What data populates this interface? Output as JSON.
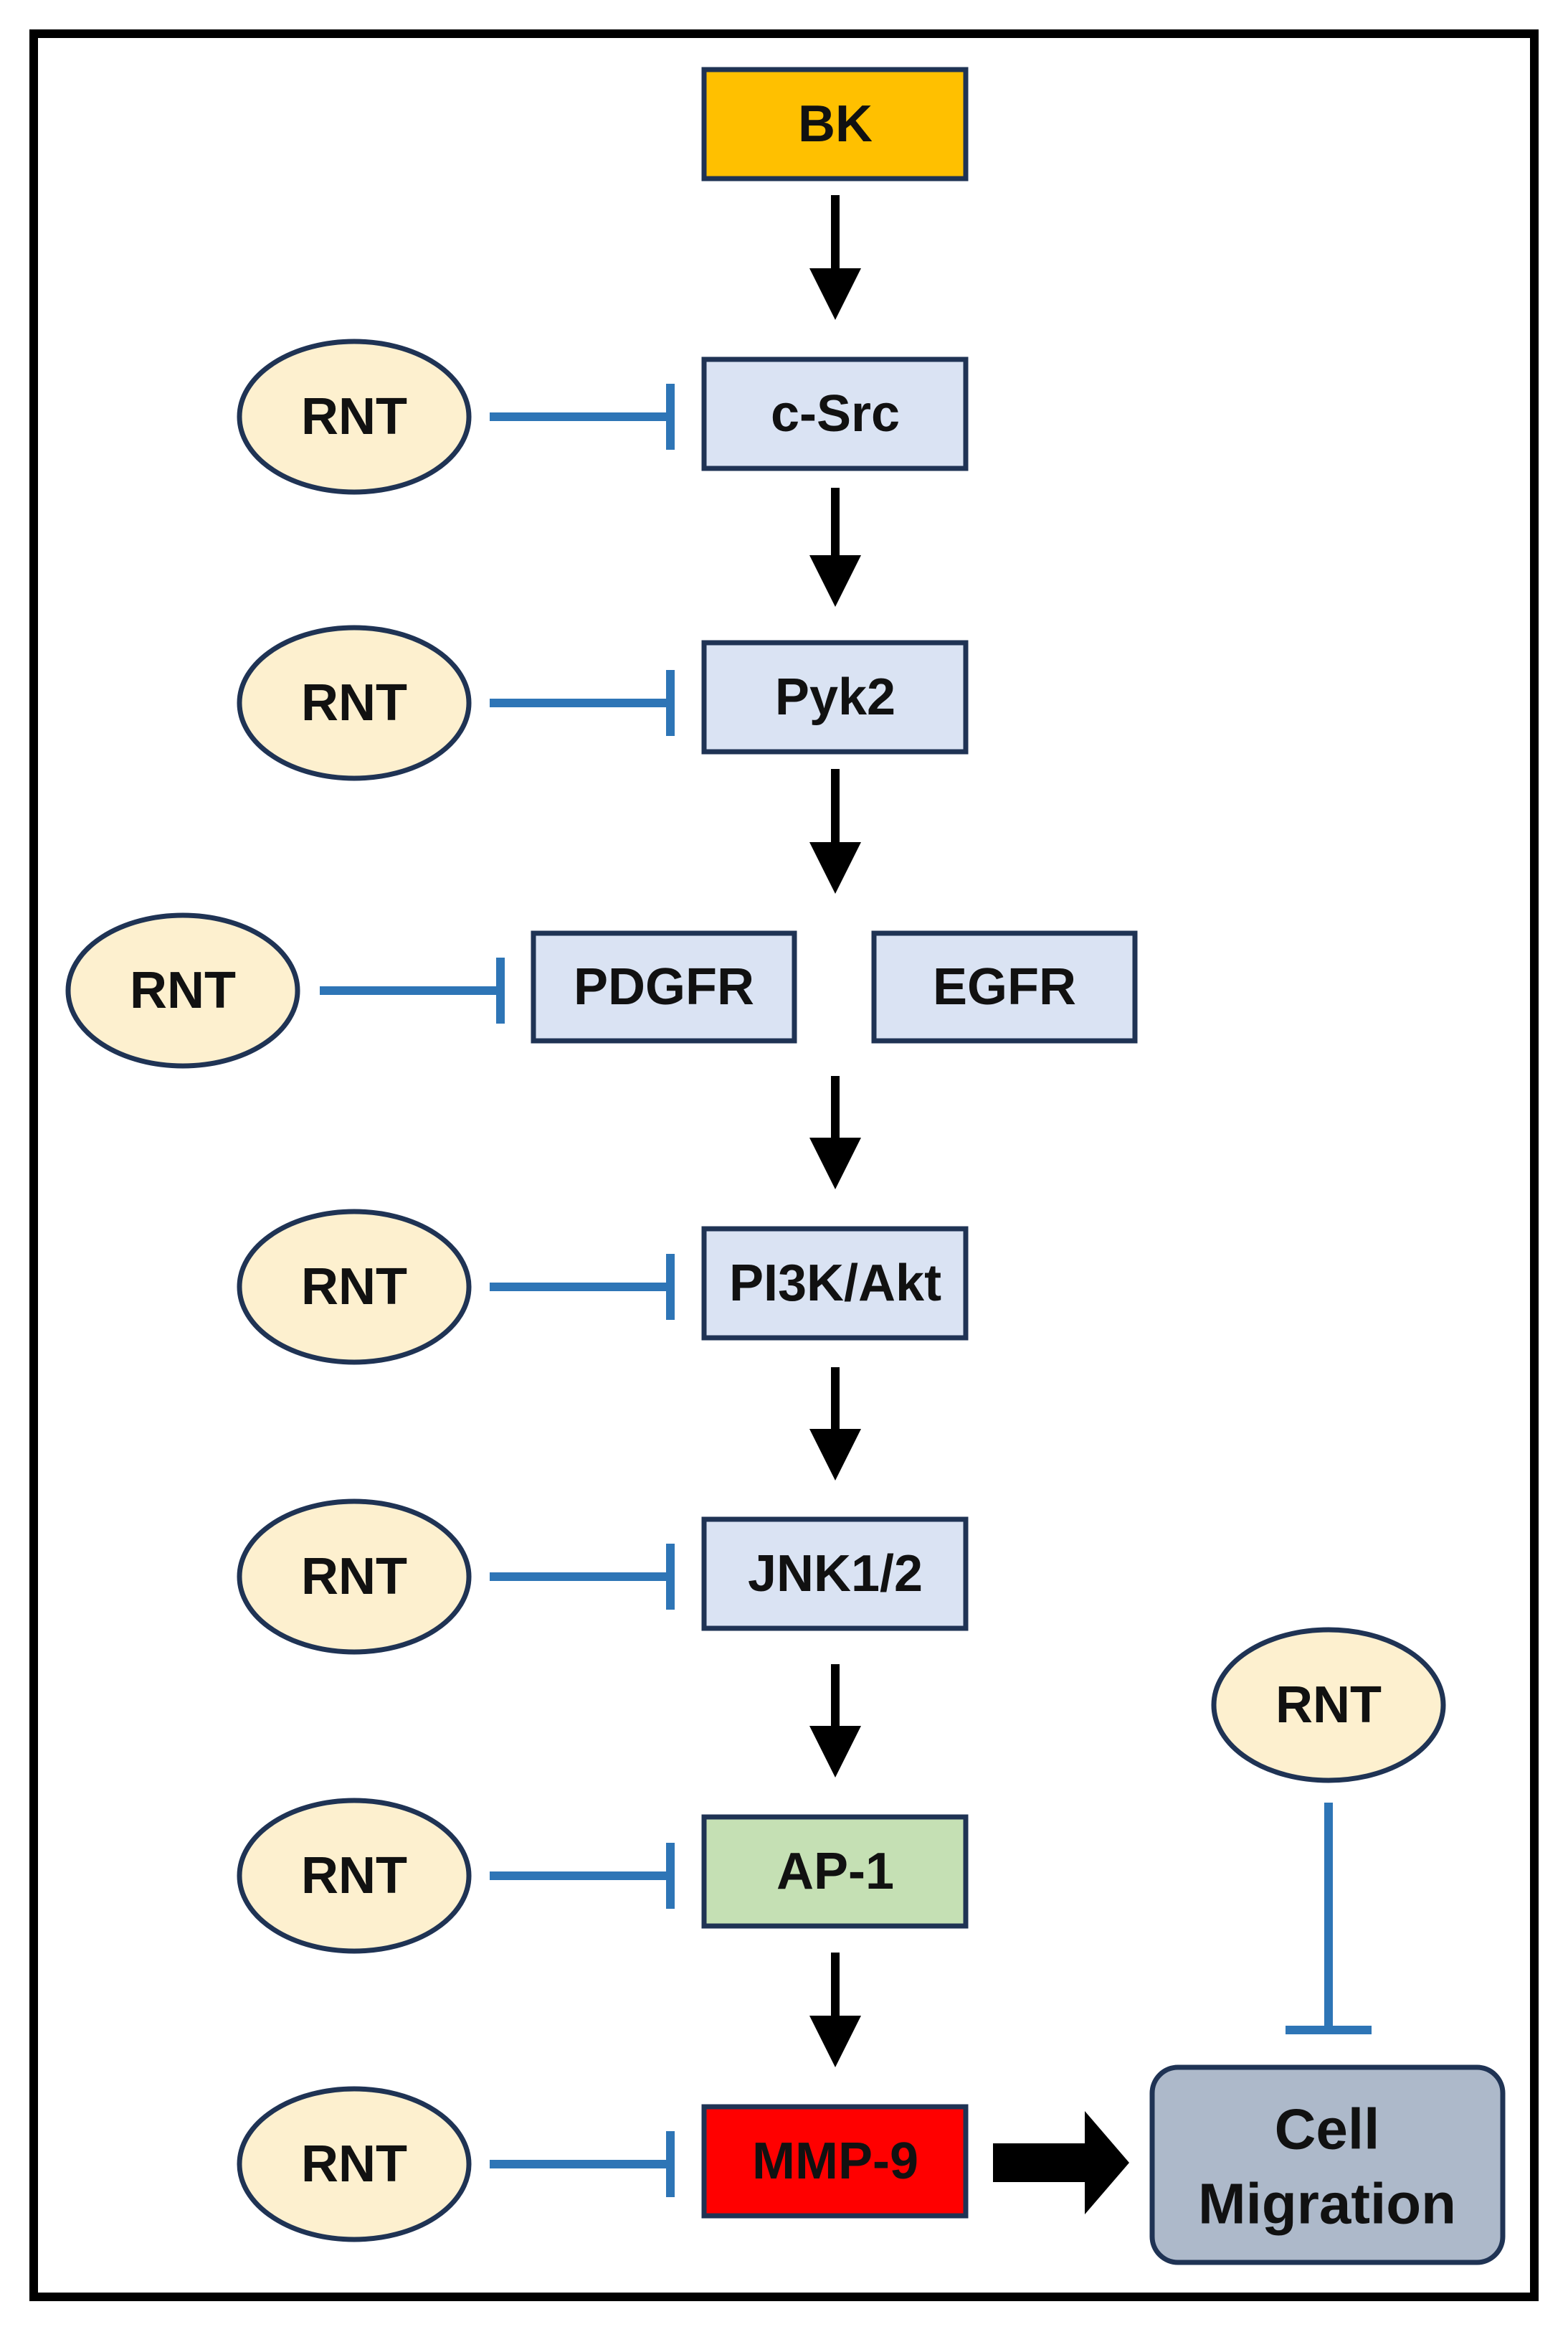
{
  "colors": {
    "frame": "#000000",
    "node_border": "#1f3354",
    "bk_fill": "#ffc000",
    "kinase_fill": "#dae3f3",
    "ap1_fill": "#c5e0b4",
    "mmp9_fill": "#ff0000",
    "inhibitor_fill": "#fdf0cf",
    "inhibitor_line": "#2e75b6",
    "arrow": "#000000",
    "cell_fill": "#adb9ca"
  },
  "nodes": {
    "bk": "BK",
    "c_src": "c-Src",
    "pyk2": "Pyk2",
    "pdgfr": "PDGFR",
    "egfr": "EGFR",
    "pi3k_akt": "PI3K/Akt",
    "jnk": "JNK1/2",
    "ap1": "AP-1",
    "mmp9": "MMP-9",
    "cell_migration_line1": "Cell",
    "cell_migration_line2": "Migration"
  },
  "inhibitor": {
    "label": "RNT",
    "targets": [
      "c-Src",
      "Pyk2",
      "PDGFR",
      "PI3K/Akt",
      "JNK1/2",
      "AP-1",
      "MMP-9",
      "Cell Migration"
    ]
  }
}
